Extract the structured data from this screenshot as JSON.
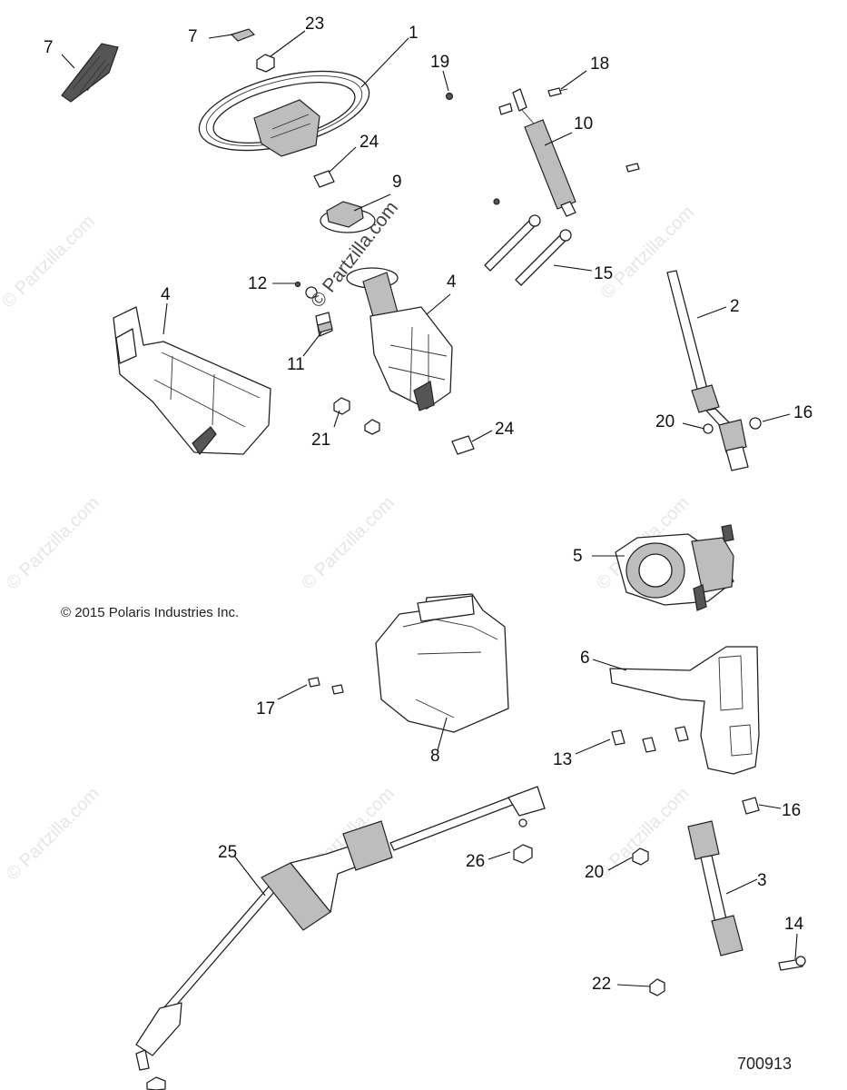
{
  "watermark": {
    "text": "© Partzilla.com"
  },
  "copyright": "© 2015 Polaris Industries Inc.",
  "drawing_number": "700913",
  "callouts": {
    "c1": "1",
    "c2": "2",
    "c3": "3",
    "c4a": "4",
    "c4b": "4",
    "c5": "5",
    "c6": "6",
    "c7a": "7",
    "c7b": "7",
    "c8": "8",
    "c9": "9",
    "c10": "10",
    "c11": "11",
    "c12": "12",
    "c13": "13",
    "c14": "14",
    "c15": "15",
    "c16a": "16",
    "c16b": "16",
    "c17": "17",
    "c18": "18",
    "c19": "19",
    "c20a": "20",
    "c20b": "20",
    "c21": "21",
    "c22": "22",
    "c23": "23",
    "c24a": "24",
    "c24b": "24",
    "c25": "25",
    "c26": "26"
  }
}
